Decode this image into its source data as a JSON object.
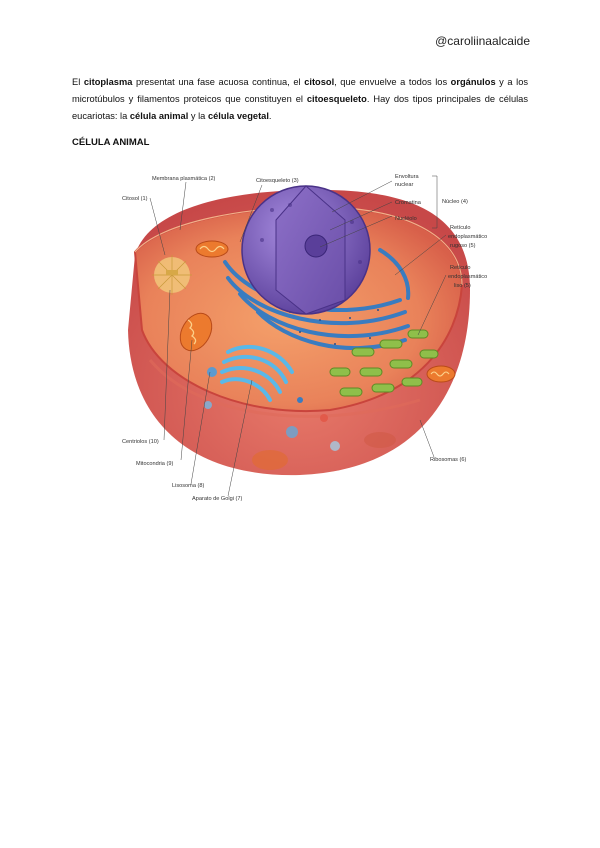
{
  "header": {
    "handle": "@caroliinaalcaide"
  },
  "intro": {
    "p1": "El ",
    "b1": "citoplasma",
    "p2": " presentat una fase acuosa continua, el ",
    "b2": "citosol",
    "p3": ", que envuelve a todos los ",
    "b3": "orgánulos",
    "p4": " y a los microtúbulos y filamentos proteicos que constituyen el ",
    "b4": "citoesqueleto",
    "p5": ". Hay dos tipos principales de células eucariotas: la ",
    "b5": "célula animal",
    "p6": " y la ",
    "b6": "célula vegetal",
    "p7": "."
  },
  "section": {
    "title": "CÉLULA ANIMAL"
  },
  "figure": {
    "labels": {
      "membrana": "Membrana plasmática (2)",
      "citoesqueleto": "Citoesqueleto (3)",
      "citosol": "Citosol (1)",
      "envoltura_1": "Envoltura",
      "envoltura_2": "nuclear",
      "cromatina": "Cromatina",
      "nucleolo": "Nucléolo",
      "nucleo": "Núcleo (4)",
      "rer_1": "Retículo",
      "rer_2": "endoplasmático",
      "rer_3": "rugoso (5)",
      "rel_1": "Retículo",
      "rel_2": "endoplasmático",
      "rel_3": "liso (5)",
      "centriolos": "Centriolos (10)",
      "mitocondria": "Mitocondria (9)",
      "lisosoma": "Lisosoma (8)",
      "golgi": "Aparato de Golgi (7)",
      "ribosomas": "Ribosomas (6)"
    }
  },
  "colors": {
    "cytoplasm": "#e8845a",
    "membrane": "#d8504a",
    "nucleus": "#7a5bb0",
    "er": "#3a7cc0",
    "smooth_er": "#8fbf4a",
    "mitochondria": "#e86a2a"
  }
}
